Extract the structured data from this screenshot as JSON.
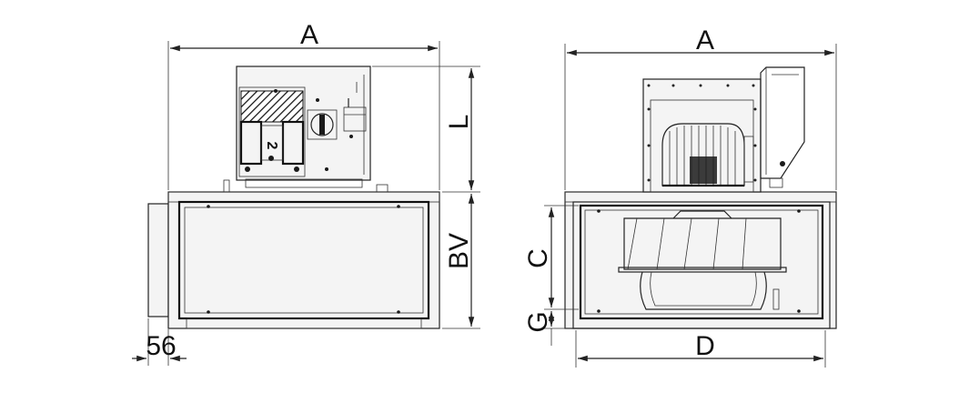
{
  "dimensions": {
    "front_width": "A",
    "side_width": "A",
    "motor_height": "L",
    "body_height": "BV",
    "collar_length": "56",
    "inlet_height": "C",
    "inlet_offset": "G",
    "inlet_width": "D"
  },
  "motor_label": "2"
}
